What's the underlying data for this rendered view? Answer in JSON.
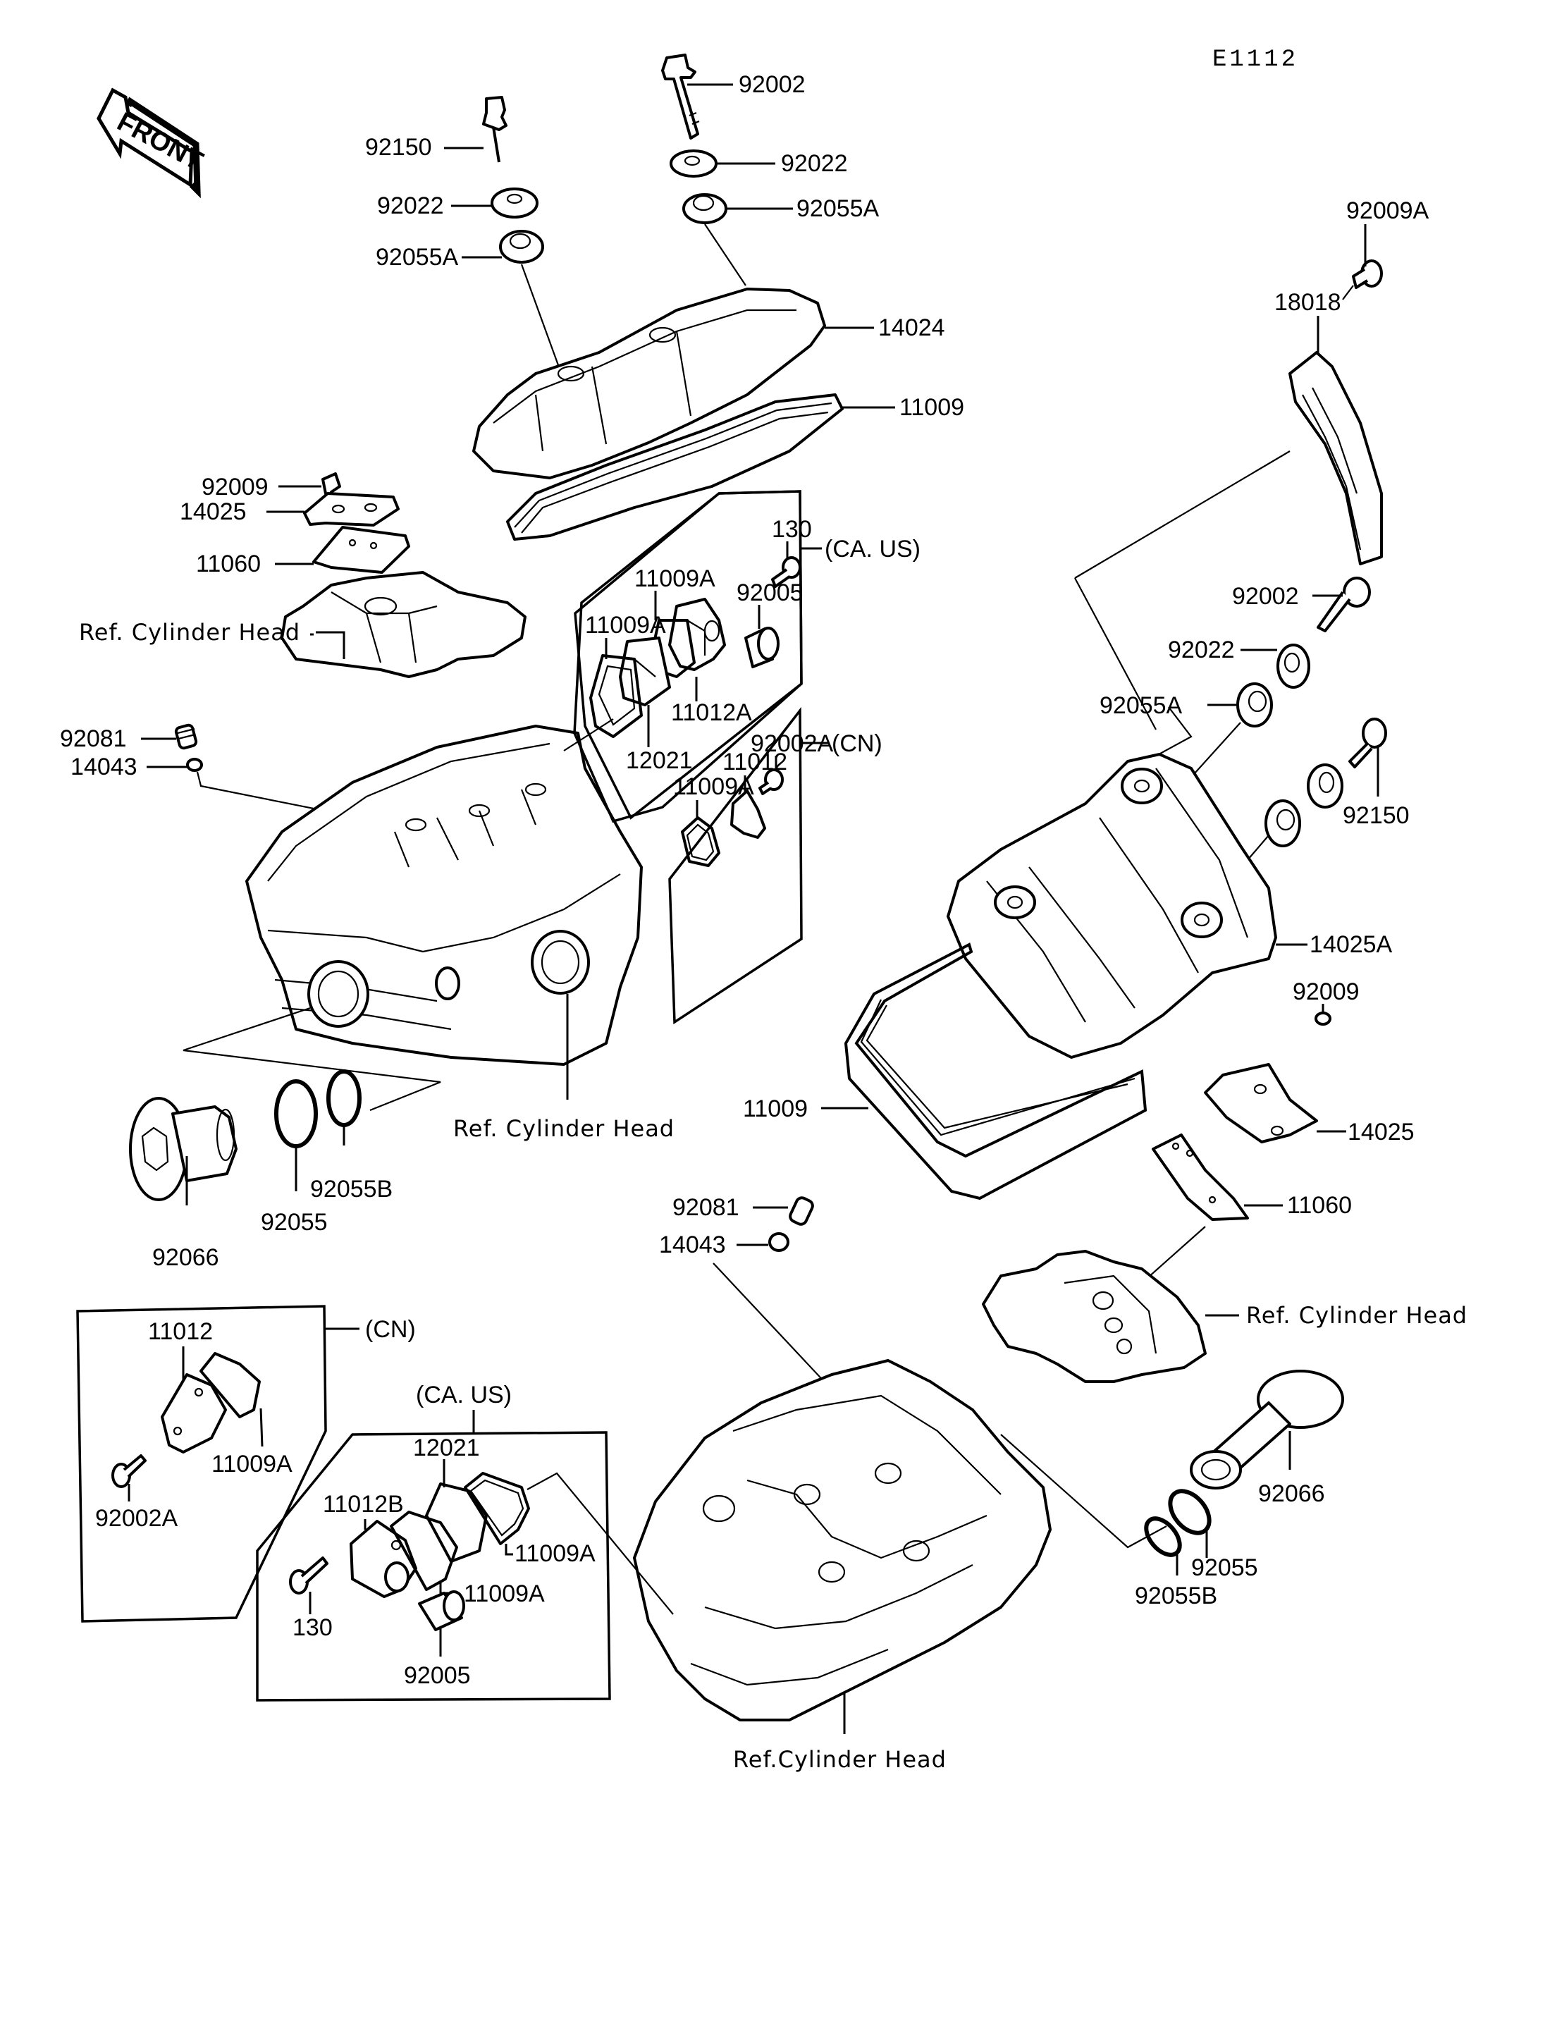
{
  "diagram": {
    "title": "Cylinder Head Cover",
    "figure_code": "E1112",
    "front_arrow_label": "FRONT",
    "group_labels": {
      "ca_us_upper": "(CA. US)",
      "cn_upper": "(CN)",
      "cn_lower": "(CN)",
      "ca_us_lower": "(CA. US)"
    },
    "ref_labels": {
      "ref_head_upper_left": "Ref. Cylinder Head",
      "ref_head_left_main": "Ref. Cylinder Head",
      "ref_head_right": "Ref. Cylinder Head",
      "ref_head_bottom": "Ref.Cylinder Head"
    },
    "parts": {
      "p92002_top": "92002",
      "p92150_top": "92150",
      "p92022_top_right": "92022",
      "p92022_top_left": "92022",
      "p92055A_top_right": "92055A",
      "p92055A_top_left": "92055A",
      "p14024": "14024",
      "p11009_top": "11009",
      "p92009A": "92009A",
      "p18018": "18018",
      "p92009_left": "92009",
      "p14025_left": "14025",
      "p11060_left": "11060",
      "p130_upper": "130",
      "p11009A_upper_1": "11009A",
      "p11009A_upper_2": "11009A",
      "p92005_upper": "92005",
      "p11012A": "11012A",
      "p12021_upper": "12021",
      "p92081_left": "92081",
      "p14043_left": "14043",
      "p92002_right": "92002",
      "p92022_right": "92022",
      "p92055A_right": "92055A",
      "p92150_right": "92150",
      "p92002A_upper": "92002A",
      "p11012_upper": "11012",
      "p11009A_cn_upper": "11009A",
      "p14025A": "14025A",
      "p92009_right": "92009",
      "p14025_right": "14025",
      "p11009_mid": "11009",
      "p11060_right": "11060",
      "p92055B_left": "92055B",
      "p92055_left": "92055",
      "p92066_left": "92066",
      "p92081_mid": "92081",
      "p14043_mid": "14043",
      "p11012_lower": "11012",
      "p11009A_cn_lower": "11009A",
      "p92002A_lower": "92002A",
      "p12021_lower": "12021",
      "p11012B": "11012B",
      "p11009A_lower_1": "11009A",
      "p11009A_lower_2": "11009A",
      "p130_lower": "130",
      "p92005_lower": "92005",
      "p92066_right": "92066",
      "p92055_right": "92055",
      "p92055B_right": "92055B"
    }
  }
}
